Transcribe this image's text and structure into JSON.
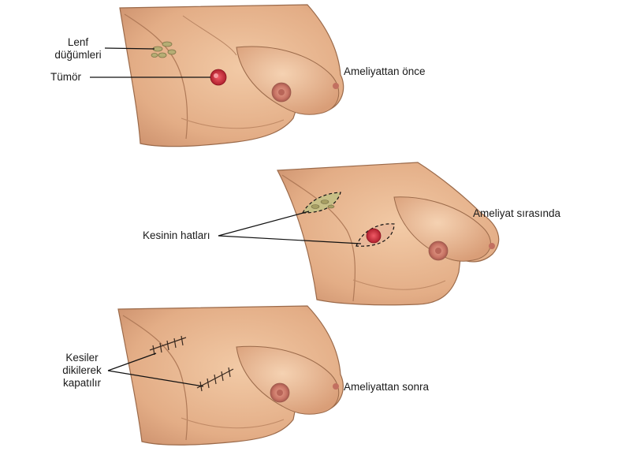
{
  "labels": {
    "lymph_nodes_line1": "Lenf",
    "lymph_nodes_line2": "düğümleri",
    "tumor": "Tümör",
    "before": "Ameliyattan önce",
    "incision_lines": "Kesinin hatları",
    "during": "Ameliyat sırasında",
    "sutured_line1": "Kesiler",
    "sutured_line2": "dikilerek",
    "sutured_line3": "kapatılır",
    "after": "Ameliyattan sonra"
  },
  "colors": {
    "skin": "#e8b893",
    "skin_shadow": "#c98f66",
    "outline": "#8a5a3c",
    "nipple": "#c97a6a",
    "tumor": "#d2384a",
    "lymph": "#b8b07a",
    "leader_line": "#111111"
  }
}
